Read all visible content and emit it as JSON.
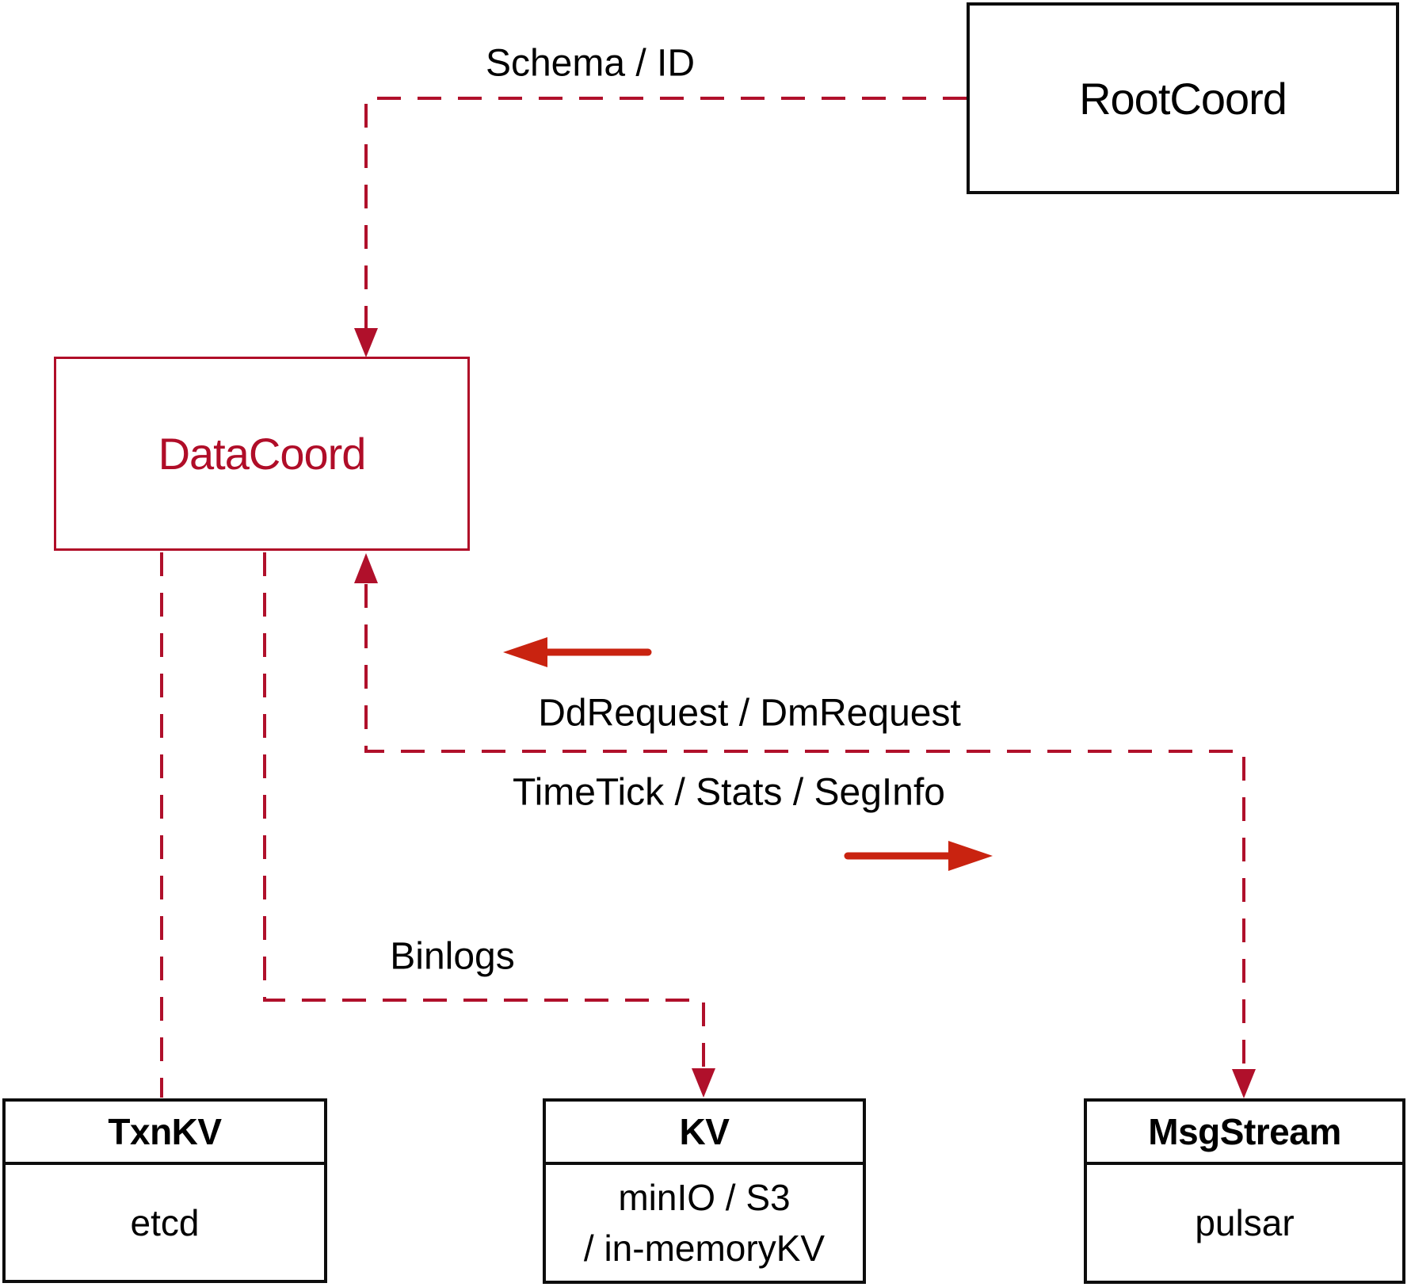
{
  "nodes": {
    "rootcoord": {
      "label": "RootCoord"
    },
    "datacoord": {
      "label": "DataCoord"
    },
    "txnkv": {
      "title": "TxnKV",
      "content": "etcd"
    },
    "kv": {
      "title": "KV",
      "lines": [
        "minIO / S3",
        "/ in-memoryKV"
      ]
    },
    "msgstream": {
      "title": "MsgStream",
      "content": "pulsar"
    }
  },
  "edges": {
    "schema": {
      "label": "Schema / ID"
    },
    "request": {
      "label": "DdRequest / DmRequest"
    },
    "timetick": {
      "label": "TimeTick / Stats / SegInfo"
    },
    "binlogs": {
      "label": "Binlogs"
    }
  },
  "colors": {
    "dashed_line": "#b0102b",
    "solid_arrow": "#c92310",
    "box_black": "#0d0d0d",
    "datacoord_red": "#b00d28"
  }
}
